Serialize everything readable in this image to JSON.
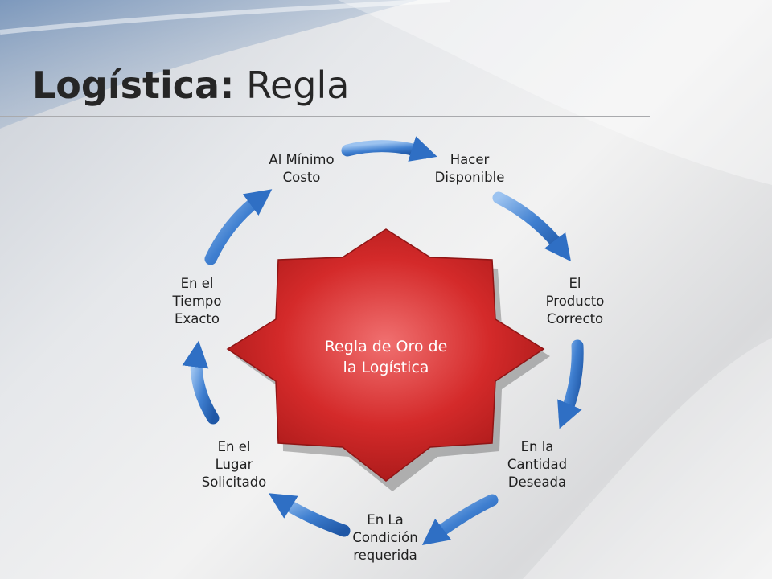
{
  "title": {
    "bold": "Logística:",
    "regular": " Regla"
  },
  "center": {
    "lines": [
      "Regla de Oro de",
      "la Logística"
    ]
  },
  "cycle": {
    "items": [
      {
        "lines": [
          "Al Mínimo",
          "Costo"
        ]
      },
      {
        "lines": [
          "Hacer",
          "Disponible"
        ]
      },
      {
        "lines": [
          "El",
          "Producto",
          "Correcto"
        ]
      },
      {
        "lines": [
          "En la",
          "Cantidad",
          "Deseada"
        ]
      },
      {
        "lines": [
          "En La",
          "Condición",
          "requerida"
        ]
      },
      {
        "lines": [
          "En el",
          "Lugar",
          "Solicitado"
        ]
      },
      {
        "lines": [
          "En el",
          "Tiempo",
          "Exacto"
        ]
      }
    ]
  },
  "colors": {
    "star": "#d42a2a",
    "arrow": "#3f7fd0",
    "title": "#262626"
  }
}
